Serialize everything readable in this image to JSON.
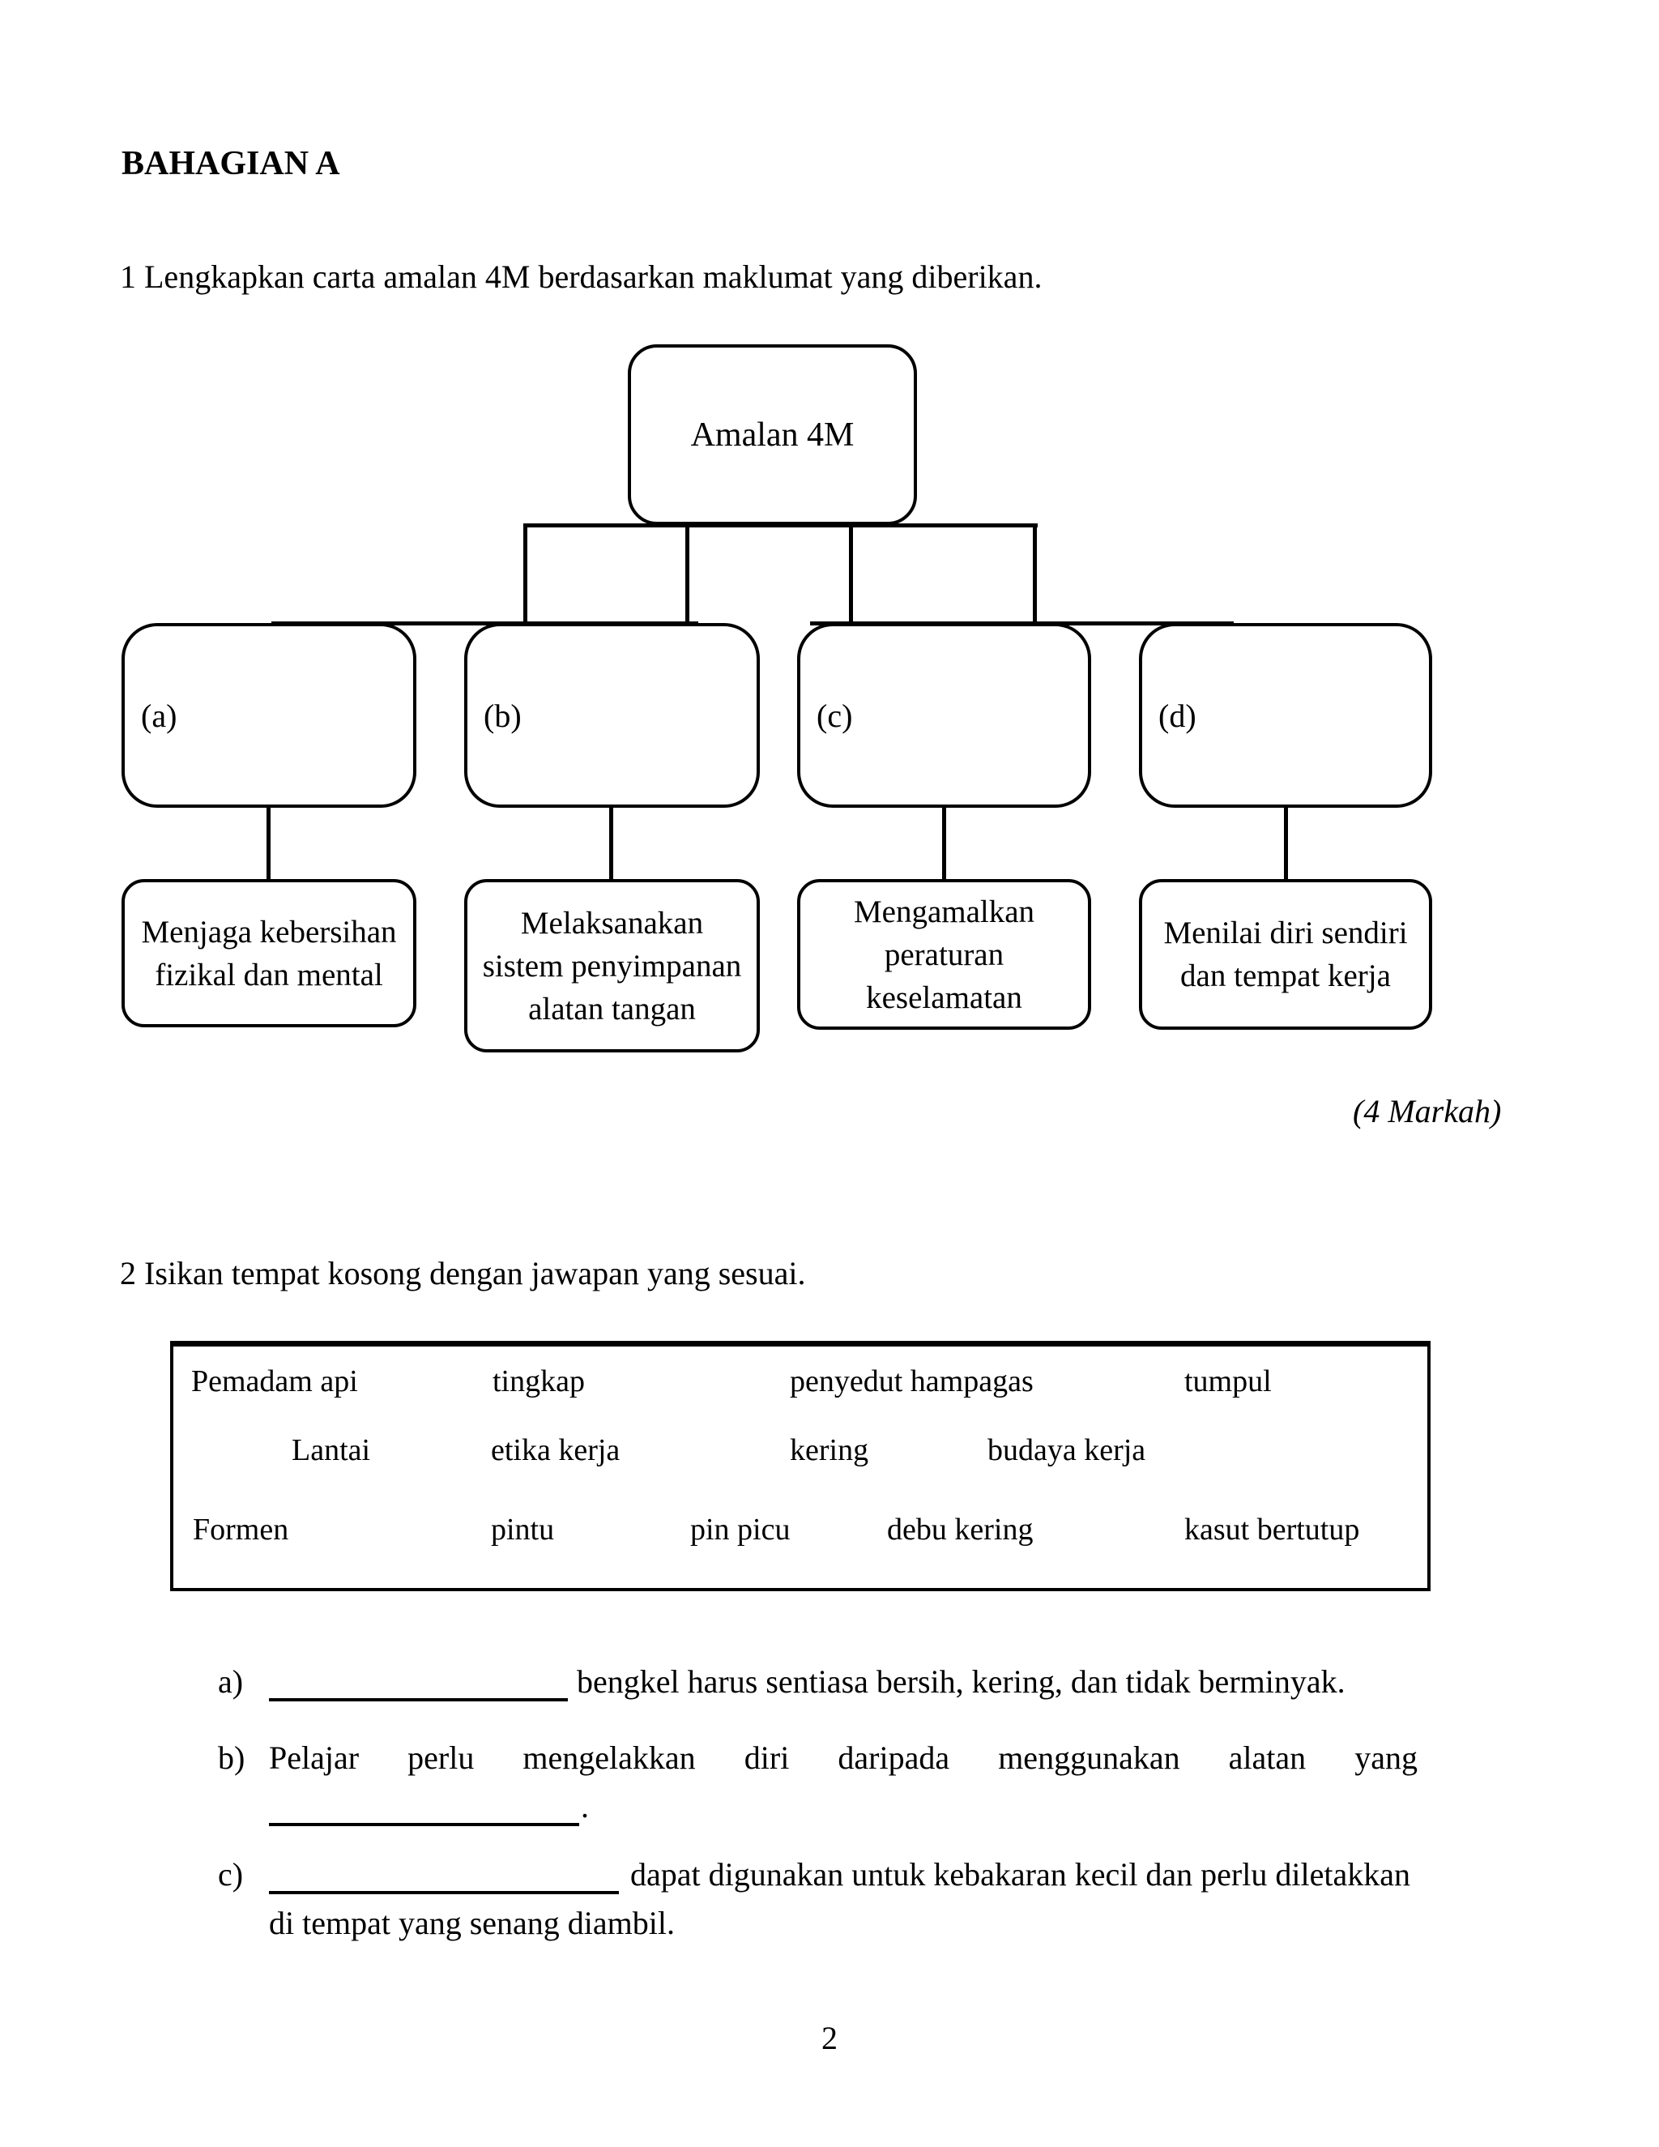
{
  "document": {
    "section_title": "BAHAGIAN A",
    "page_number": "2"
  },
  "question1": {
    "prompt": "1 Lengkapkan carta amalan 4M berdasarkan maklumat yang diberikan.",
    "marks": "(4 Markah)",
    "chart": {
      "root_label": "Amalan 4M",
      "blank_labels": [
        "(a)",
        "(b)",
        "(c)",
        "(d)"
      ],
      "answer_boxes": [
        [
          "Menjaga kebersihan",
          "fizikal dan mental"
        ],
        [
          "Melaksanakan",
          "sistem penyimpanan",
          "alatan tangan"
        ],
        [
          "Mengamalkan",
          "peraturan",
          "keselamatan"
        ],
        [
          "Menilai diri sendiri",
          "dan tempat kerja"
        ]
      ]
    }
  },
  "question2": {
    "prompt": "2 Isikan tempat kosong dengan jawapan yang sesuai.",
    "word_bank": {
      "row1": [
        "Pemadam api",
        "tingkap",
        "penyedut hampagas",
        "tumpul"
      ],
      "row2": [
        "Lantai",
        "etika kerja",
        "kering",
        "budaya kerja"
      ],
      "row3": [
        "Formen",
        "pintu",
        "pin picu",
        "debu kering",
        "kasut bertutup"
      ]
    },
    "items": {
      "a": {
        "label": "a)",
        "text_after_blank": "bengkel harus sentiasa bersih, kering, dan tidak berminyak."
      },
      "b": {
        "label": "b)",
        "line1": "Pelajar perlu mengelakkan diri daripada menggunakan alatan yang",
        "line2_after_blank": "."
      },
      "c": {
        "label": "c)",
        "text_after_blank": "dapat digunakan untuk kebakaran kecil dan perlu diletakkan",
        "line2": "di tempat yang senang diambil."
      }
    }
  }
}
